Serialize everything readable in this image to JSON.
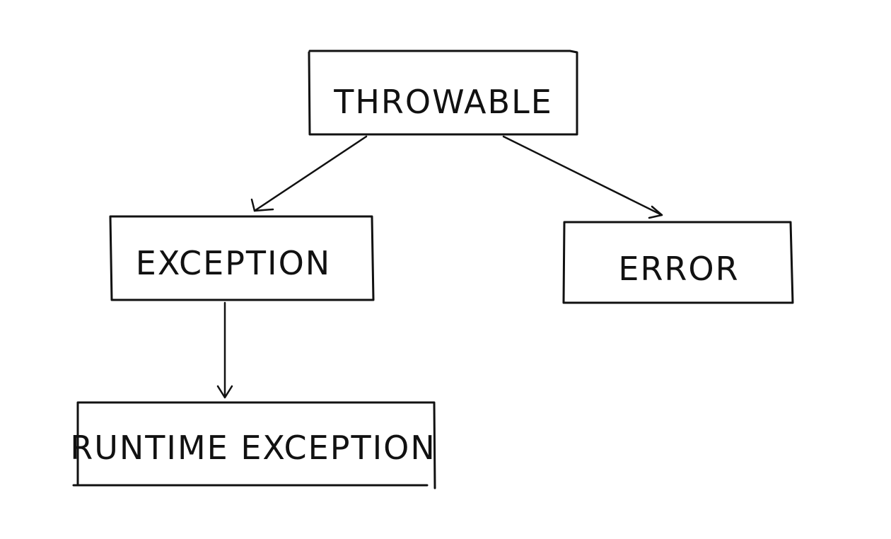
{
  "diagram": {
    "nodes": {
      "throwable": {
        "label": "THROWABLE"
      },
      "exception": {
        "label": "EXCEPTION"
      },
      "error": {
        "label": "ERROR"
      },
      "runtime_exception": {
        "label": "RUNTIME EXCEPTION"
      }
    },
    "edges": [
      {
        "from": "THROWABLE",
        "to": "EXCEPTION"
      },
      {
        "from": "THROWABLE",
        "to": "ERROR"
      },
      {
        "from": "EXCEPTION",
        "to": "RUNTIME EXCEPTION"
      }
    ],
    "colors": {
      "stroke": "#111111",
      "background": "#ffffff"
    }
  }
}
